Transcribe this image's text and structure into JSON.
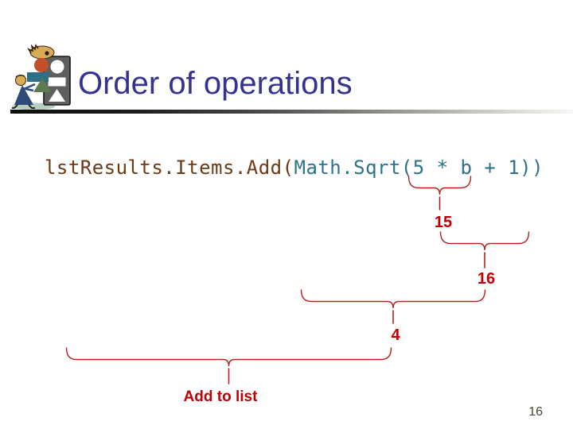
{
  "slide": {
    "title": "Order of operations",
    "page_number": "16"
  },
  "code_line": {
    "object_call": "lstResults.Items.Add(",
    "inner_expression": "Math.Sqrt(5 * b + 1))"
  },
  "annotations": {
    "multiply_result": "15",
    "add_result": "16",
    "sqrt_result": "4",
    "final_action": "Add to list"
  },
  "icons": {
    "logo": "shapes-clipart-icon"
  },
  "colors": {
    "title_text": "#35338f",
    "code_object": "#6b3a17",
    "code_expression": "#2e7189",
    "annotation_brace": "#b5221f",
    "annotation_label": "#c00000",
    "title_rule_dark": "#0d0d0d",
    "page_number": "#4a4636",
    "background": "#ffffff"
  }
}
